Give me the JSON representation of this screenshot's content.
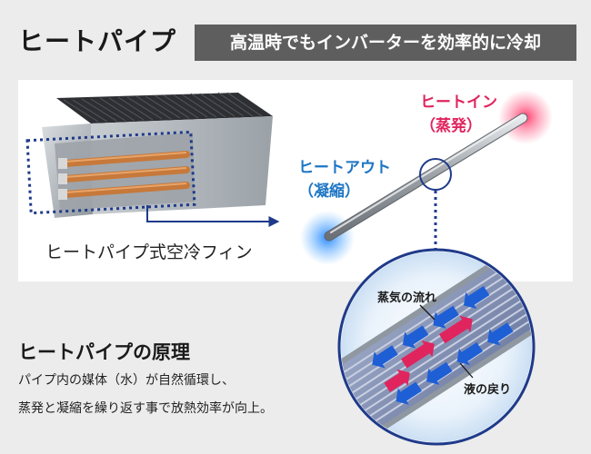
{
  "header": {
    "title": "ヒートパイプ",
    "subtitle": "高温時でもインバーターを効率的に冷却"
  },
  "panel": {
    "fin_caption": "ヒートパイプ式空冷フィン",
    "heat_in": {
      "line1": "ヒートイン",
      "line2": "（蒸発）"
    },
    "heat_out": {
      "line1": "ヒートアウト",
      "line2": "（凝縮）"
    }
  },
  "principle": {
    "title": "ヒートパイプの原理",
    "line1": "パイプ内の媒体（水）が自然循環し、",
    "line2": "蒸発と凝縮を繰り返す事で放熱効率が向上。"
  },
  "detail": {
    "steam_flow": "蒸気の流れ",
    "liquid_return": "液の戻り"
  },
  "colors": {
    "heat_in": "#e0245e",
    "heat_out": "#1d76c4",
    "subtitle_bg": "#5e5e5e",
    "dotted": "#1f3a8a",
    "arrow_blue": "#1e5fd6",
    "arrow_red": "#e0245e"
  }
}
